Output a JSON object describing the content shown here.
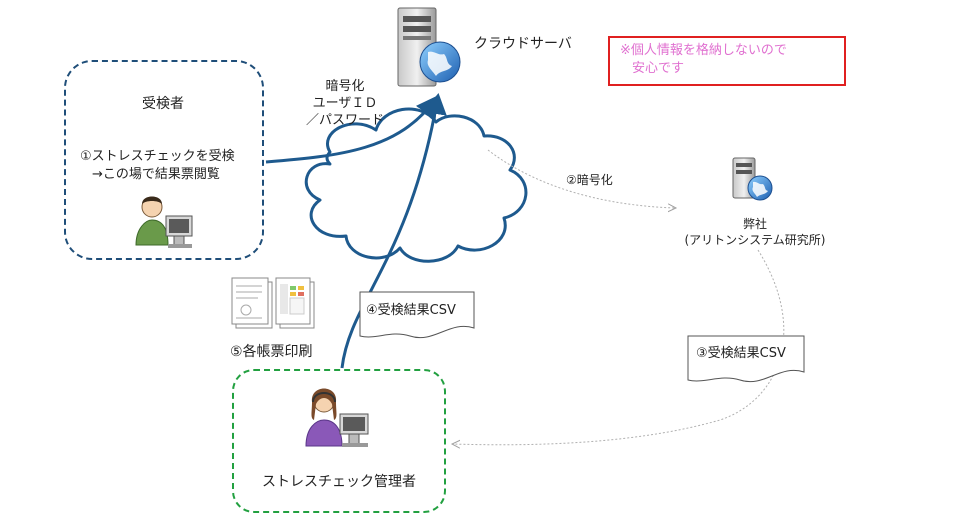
{
  "server": {
    "label": "クラウドサーバ"
  },
  "notice": {
    "line1": "※個人情報を格納しないので",
    "line2": "安心です",
    "border_color": "#e02020",
    "text_color": "#e070d0"
  },
  "examinee": {
    "title": "受検者",
    "line1": "①ストレスチェックを受検",
    "line2": "→この場で結果票閲覧",
    "border_color": "#1f4e79"
  },
  "encryption_label": {
    "line1": "暗号化",
    "line2": "ユーザＩＤ",
    "line3": "／パスワード"
  },
  "flow_encrypt": "②暗号化",
  "company": {
    "line1": "弊社",
    "line2": "(アリトンシステム研究所)"
  },
  "csv_doc_right": "③受検結果CSV",
  "csv_doc_left": "④受検結果CSV",
  "print_label": "⑤各帳票印刷",
  "admin": {
    "title": "ストレスチェック管理者",
    "border_color": "#22a040"
  },
  "colors": {
    "flow_blue": "#1e5a8e",
    "flow_gray": "#b0b0b0"
  }
}
